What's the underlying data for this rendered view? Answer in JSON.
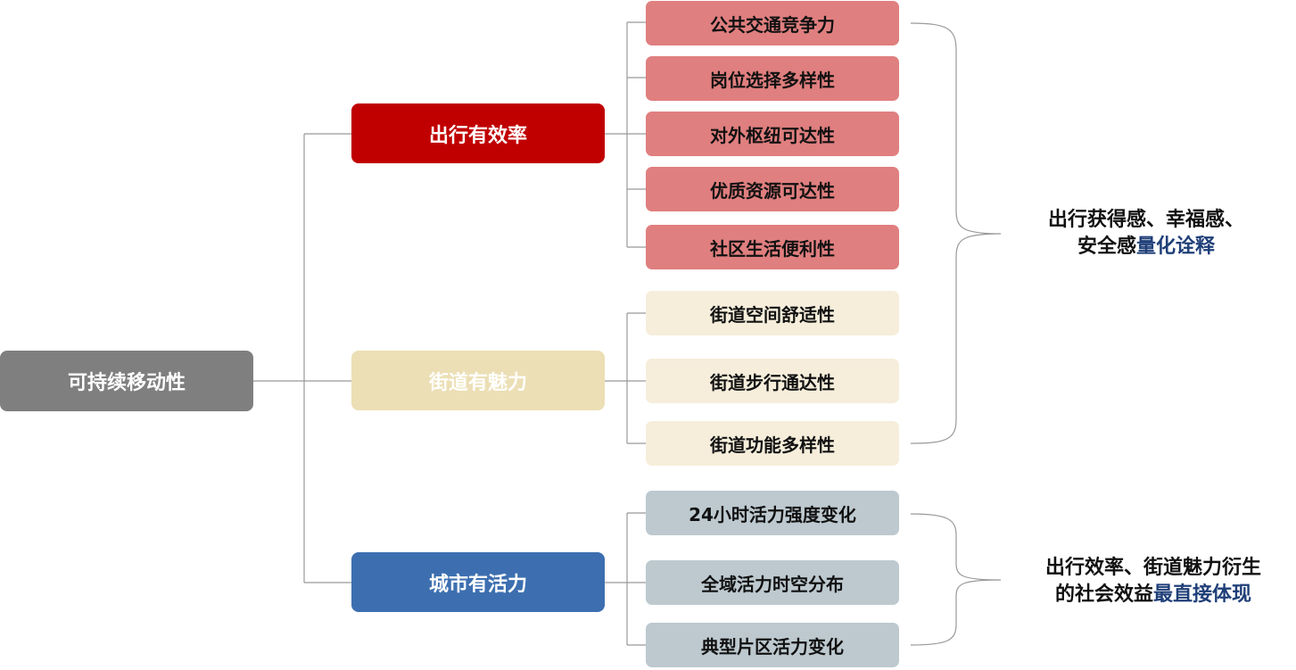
{
  "root": {
    "label": "可持续移动性"
  },
  "branches": [
    {
      "label": "出行有效率",
      "color": "#c00000",
      "leaf_color": "#e07f7f",
      "items": [
        "公共交通竞争力",
        "岗位选择多样性",
        "对外枢纽可达性",
        "优质资源可达性",
        "社区生活便利性"
      ]
    },
    {
      "label": "街道有魅力",
      "color": "#ecdfb5",
      "leaf_color": "#f6eedb",
      "items": [
        "街道空间舒适性",
        "街道步行通达性",
        "街道功能多样性"
      ]
    },
    {
      "label": "城市有活力",
      "color": "#3d6fb0",
      "leaf_color": "#bdc9cf",
      "items": [
        "24小时活力强度变化",
        "全域活力时空分布",
        "典型片区活力变化"
      ]
    }
  ],
  "notes": {
    "upper": {
      "line1": "出行获得感、幸福感、",
      "line2_plain": "安全感",
      "line2_highlight": "量化诠释"
    },
    "lower": {
      "line1": "出行效率、街道魅力衍生",
      "line2_plain": "的社会效益",
      "line2_highlight": "最直接体现"
    }
  },
  "colors": {
    "connector": "#999999",
    "highlight_text": "#1f3f78"
  }
}
